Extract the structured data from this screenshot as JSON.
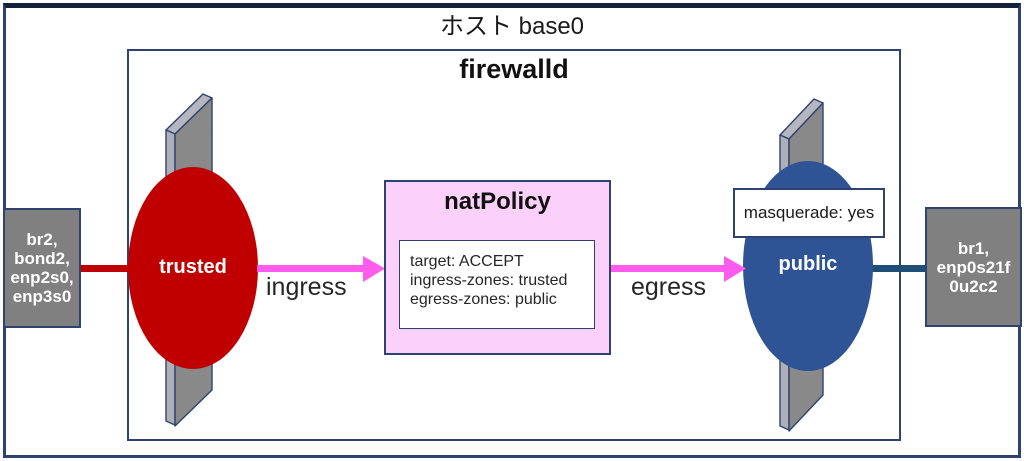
{
  "host": {
    "title": "ホスト base0"
  },
  "firewalld": {
    "title": "firewalld"
  },
  "interfaces": {
    "left": {
      "lines": [
        "br2,",
        "bond2,",
        "enp2s0,",
        "enp3s0"
      ]
    },
    "right": {
      "lines": [
        "br1,",
        "enp0s21f",
        "0u2c2"
      ]
    }
  },
  "zones": {
    "trusted": {
      "label": "trusted"
    },
    "public": {
      "label": "public",
      "masquerade": "masquerade: yes"
    }
  },
  "policy": {
    "title": "natPolicy",
    "settings": [
      "target: ACCEPT",
      "ingress-zones: trusted",
      "egress-zones: public"
    ]
  },
  "flows": {
    "ingress": "ingress",
    "egress": "egress"
  },
  "colors": {
    "trusted_zone": "#C00000",
    "public_zone": "#2F5496",
    "flow_arrow": "#FF5CEE",
    "left_link": "#C00000",
    "right_link": "#1F4E79",
    "policy_fill": "#FBD0FA",
    "interface_box": "#808080",
    "border": "#2E4372",
    "wall_front": "#898989",
    "wall_side": "#AFAFB7"
  }
}
